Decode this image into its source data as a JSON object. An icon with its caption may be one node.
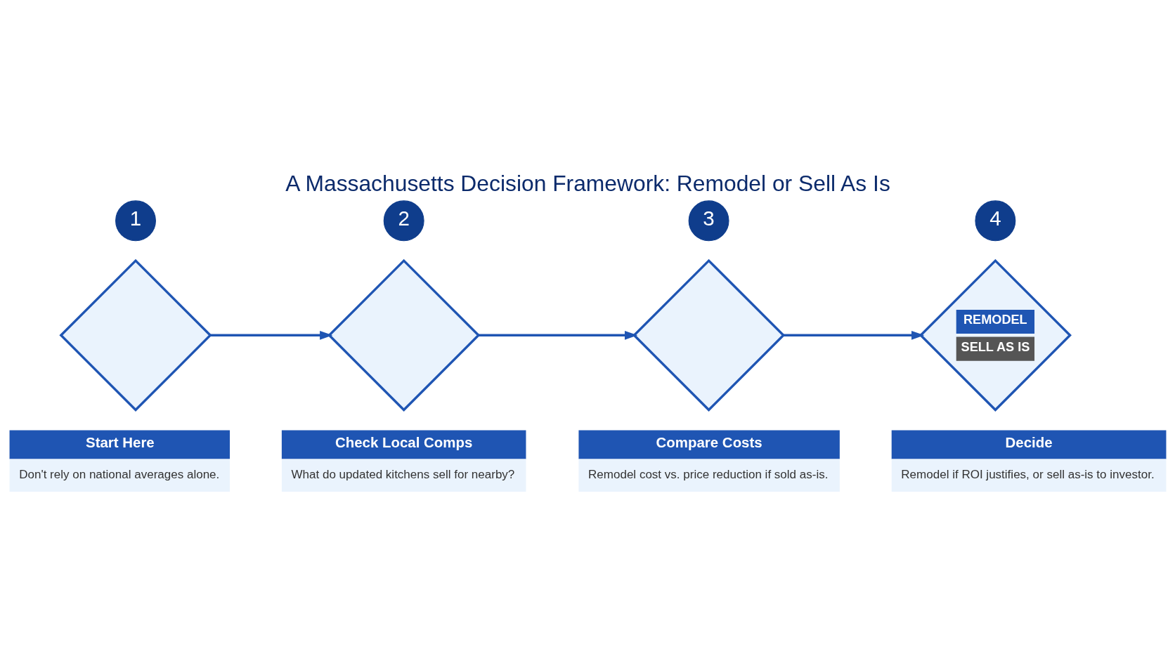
{
  "diagram": {
    "title": "A Massachusetts Decision Framework: Remodel or Sell As Is",
    "nodes": [
      {
        "text": [
          "1"
        ]
      },
      {
        "text": [],
        "shape": "diamond"
      },
      {
        "text": [
          "Start Here",
          "Don't rely on national averages alone."
        ]
      },
      {
        "text": [
          "2"
        ]
      },
      {
        "text": [],
        "shape": "diamond"
      },
      {
        "text": [
          "Check Local Comps",
          "What do updated kitchens sell for nearby?"
        ]
      },
      {
        "text": [
          "3"
        ]
      },
      {
        "text": [],
        "shape": "diamond"
      },
      {
        "text": [
          "Compare Costs",
          "Remodel cost vs. price reduction if sold as-is."
        ]
      },
      {
        "text": [
          "4"
        ]
      },
      {
        "text": [
          "REMODEL",
          "SELL AS IS"
        ]
      },
      {
        "text": [
          "Decide",
          "Remodel if ROI justifies, or sell as-is to investor."
        ]
      }
    ],
    "edges": [
      {
        "from": 1,
        "to": 4,
        "arrow": "to"
      },
      {
        "from": 4,
        "to": 7,
        "arrow": "to"
      },
      {
        "from": 7,
        "to": 10,
        "arrow": "to"
      }
    ]
  }
}
